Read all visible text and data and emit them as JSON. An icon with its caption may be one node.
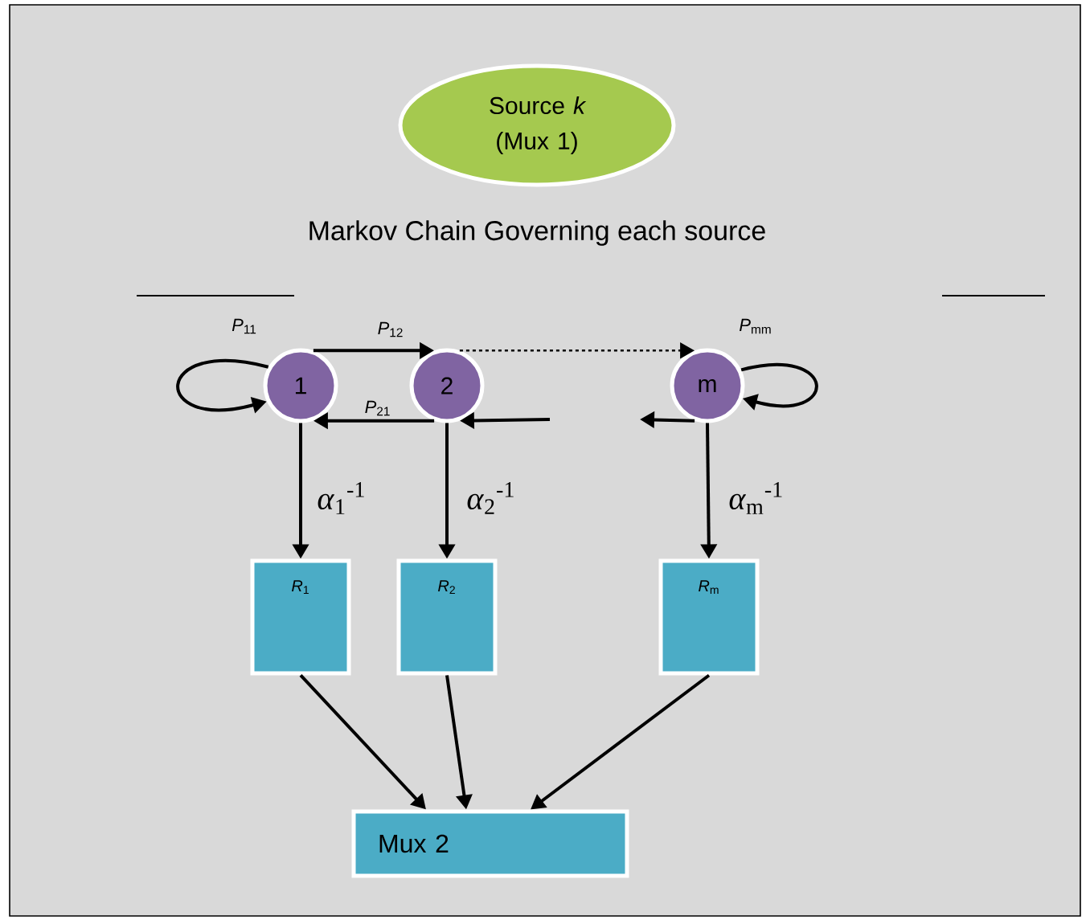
{
  "diagram": {
    "nodes": [
      {
        "text": [
          "Source *k* (Mux 1)"
        ]
      },
      {
        "text": [
          "1"
        ]
      },
      {
        "text": [
          "2"
        ]
      },
      {
        "text": [
          "m"
        ]
      },
      {
        "text": [
          "*R*$_{1}$"
        ]
      },
      {
        "text": [
          "*R*$_{2}$"
        ]
      },
      {
        "text": [
          "*R*$_{m}$"
        ]
      },
      {
        "text": [
          "Mux 2"
        ]
      }
    ],
    "edges": [
      {
        "from": 1,
        "to": 1,
        "arrow": "to",
        "label": "*P*$_{11}$"
      },
      {
        "from": 1,
        "to": 2,
        "arrow": "to",
        "label": "*P*$_{12}$"
      },
      {
        "from": 2,
        "to": 3,
        "arrow": "to",
        "style": "dashed"
      },
      {
        "from": 2,
        "to": 1,
        "arrow": "to",
        "label": "*P*$_{21}$"
      },
      {
        "from": null,
        "to": 2,
        "arrow": "to"
      },
      {
        "from": 3,
        "to": null,
        "arrow": "to"
      },
      {
        "from": 3,
        "to": 3,
        "arrow": "to",
        "label": "*P*$_{mm}$"
      },
      {
        "from": 1,
        "to": 4,
        "arrow": "to",
        "label": "*α*$_{1}$$^{-1}$"
      },
      {
        "from": 2,
        "to": 5,
        "arrow": "to",
        "label": "*α*$_{2}$$^{-1}$"
      },
      {
        "from": 3,
        "to": 6,
        "arrow": "to",
        "label": "*α*$_{m}$$^{-1}$"
      },
      {
        "from": 4,
        "to": 7,
        "arrow": "to"
      },
      {
        "from": 5,
        "to": 7,
        "arrow": "to"
      },
      {
        "from": 6,
        "to": 7,
        "arrow": "to"
      }
    ],
    "labels": [
      "Markov Chain Governing each source"
    ]
  }
}
